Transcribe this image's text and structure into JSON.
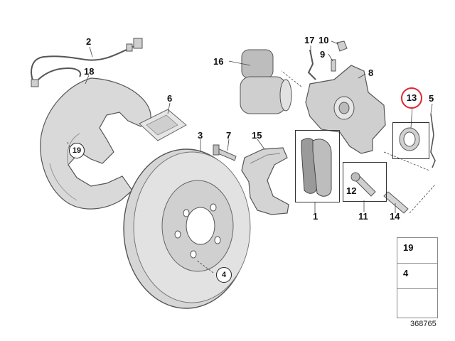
{
  "diagram": {
    "parts": [
      {
        "id": "p1",
        "number": "1"
      },
      {
        "id": "p2",
        "number": "2"
      },
      {
        "id": "p3",
        "number": "3"
      },
      {
        "id": "p4",
        "number": "4"
      },
      {
        "id": "p5",
        "number": "5"
      },
      {
        "id": "p6",
        "number": "6"
      },
      {
        "id": "p7",
        "number": "7"
      },
      {
        "id": "p8",
        "number": "8"
      },
      {
        "id": "p9",
        "number": "9"
      },
      {
        "id": "p10",
        "number": "10"
      },
      {
        "id": "p11",
        "number": "11"
      },
      {
        "id": "p12",
        "number": "12"
      },
      {
        "id": "p13",
        "number": "13"
      },
      {
        "id": "p14",
        "number": "14"
      },
      {
        "id": "p15",
        "number": "15"
      },
      {
        "id": "p16",
        "number": "16"
      },
      {
        "id": "p17",
        "number": "17"
      },
      {
        "id": "p18",
        "number": "18"
      },
      {
        "id": "p19",
        "number": "19"
      },
      {
        "id": "p4c",
        "number": "4"
      }
    ],
    "legend": [
      {
        "number": "19"
      },
      {
        "number": "4"
      }
    ],
    "diagram_number": "368765"
  }
}
